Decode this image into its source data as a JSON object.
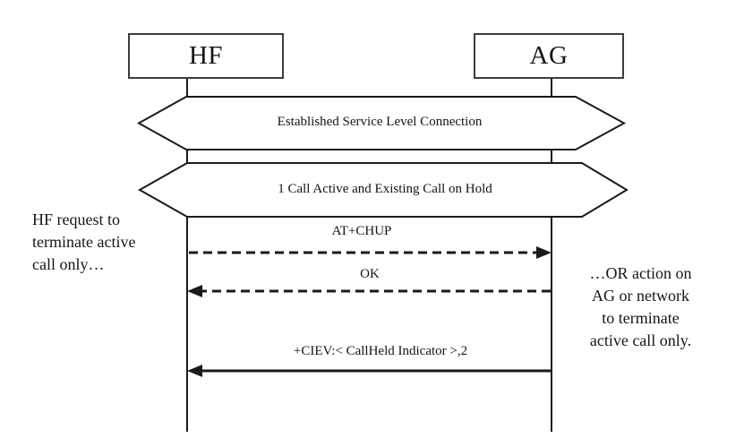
{
  "diagram": {
    "actors": [
      {
        "label": "HF"
      },
      {
        "label": "AG"
      }
    ],
    "banners": [
      {
        "label": "Established Service Level Connection"
      },
      {
        "label": "1 Call Active and Existing Call on Hold"
      }
    ],
    "messages": [
      {
        "label": "AT+CHUP",
        "from": "HF",
        "to": "AG",
        "line_style": "dashed"
      },
      {
        "label": "OK",
        "from": "AG",
        "to": "HF",
        "line_style": "dashed"
      },
      {
        "label": "+CIEV:< CallHeld Indicator >,2",
        "from": "AG",
        "to": "HF",
        "line_style": "solid"
      }
    ],
    "notes": {
      "left": {
        "lines": [
          "HF request to",
          "terminate active",
          "call only…"
        ]
      },
      "right": {
        "lines": [
          "…OR action on",
          "AG or network",
          "to terminate",
          "active call only."
        ]
      }
    },
    "colors": {
      "background": "#ffffff",
      "line": "#1a1a1a",
      "text": "#161616",
      "box_border": "#3d3d3d"
    }
  }
}
